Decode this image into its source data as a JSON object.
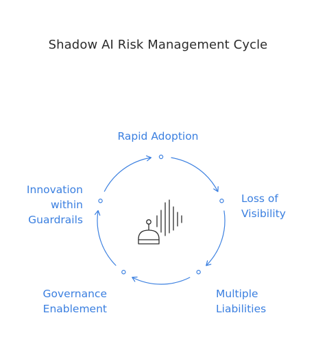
{
  "diagram": {
    "title": "Shadow AI Risk Management Cycle",
    "accent_color": "#3a7fe0",
    "text_color": "#2b2b2b",
    "center_icon": "robot-with-sound-wave-icon",
    "stages": [
      {
        "lines": [
          "Rapid Adoption"
        ]
      },
      {
        "lines": [
          "Loss of",
          "Visibility"
        ]
      },
      {
        "lines": [
          "Multiple",
          "Liabilities"
        ]
      },
      {
        "lines": [
          "Governance",
          "Enablement"
        ]
      },
      {
        "lines": [
          "Innovation",
          "within",
          "Guardrails"
        ]
      }
    ]
  }
}
